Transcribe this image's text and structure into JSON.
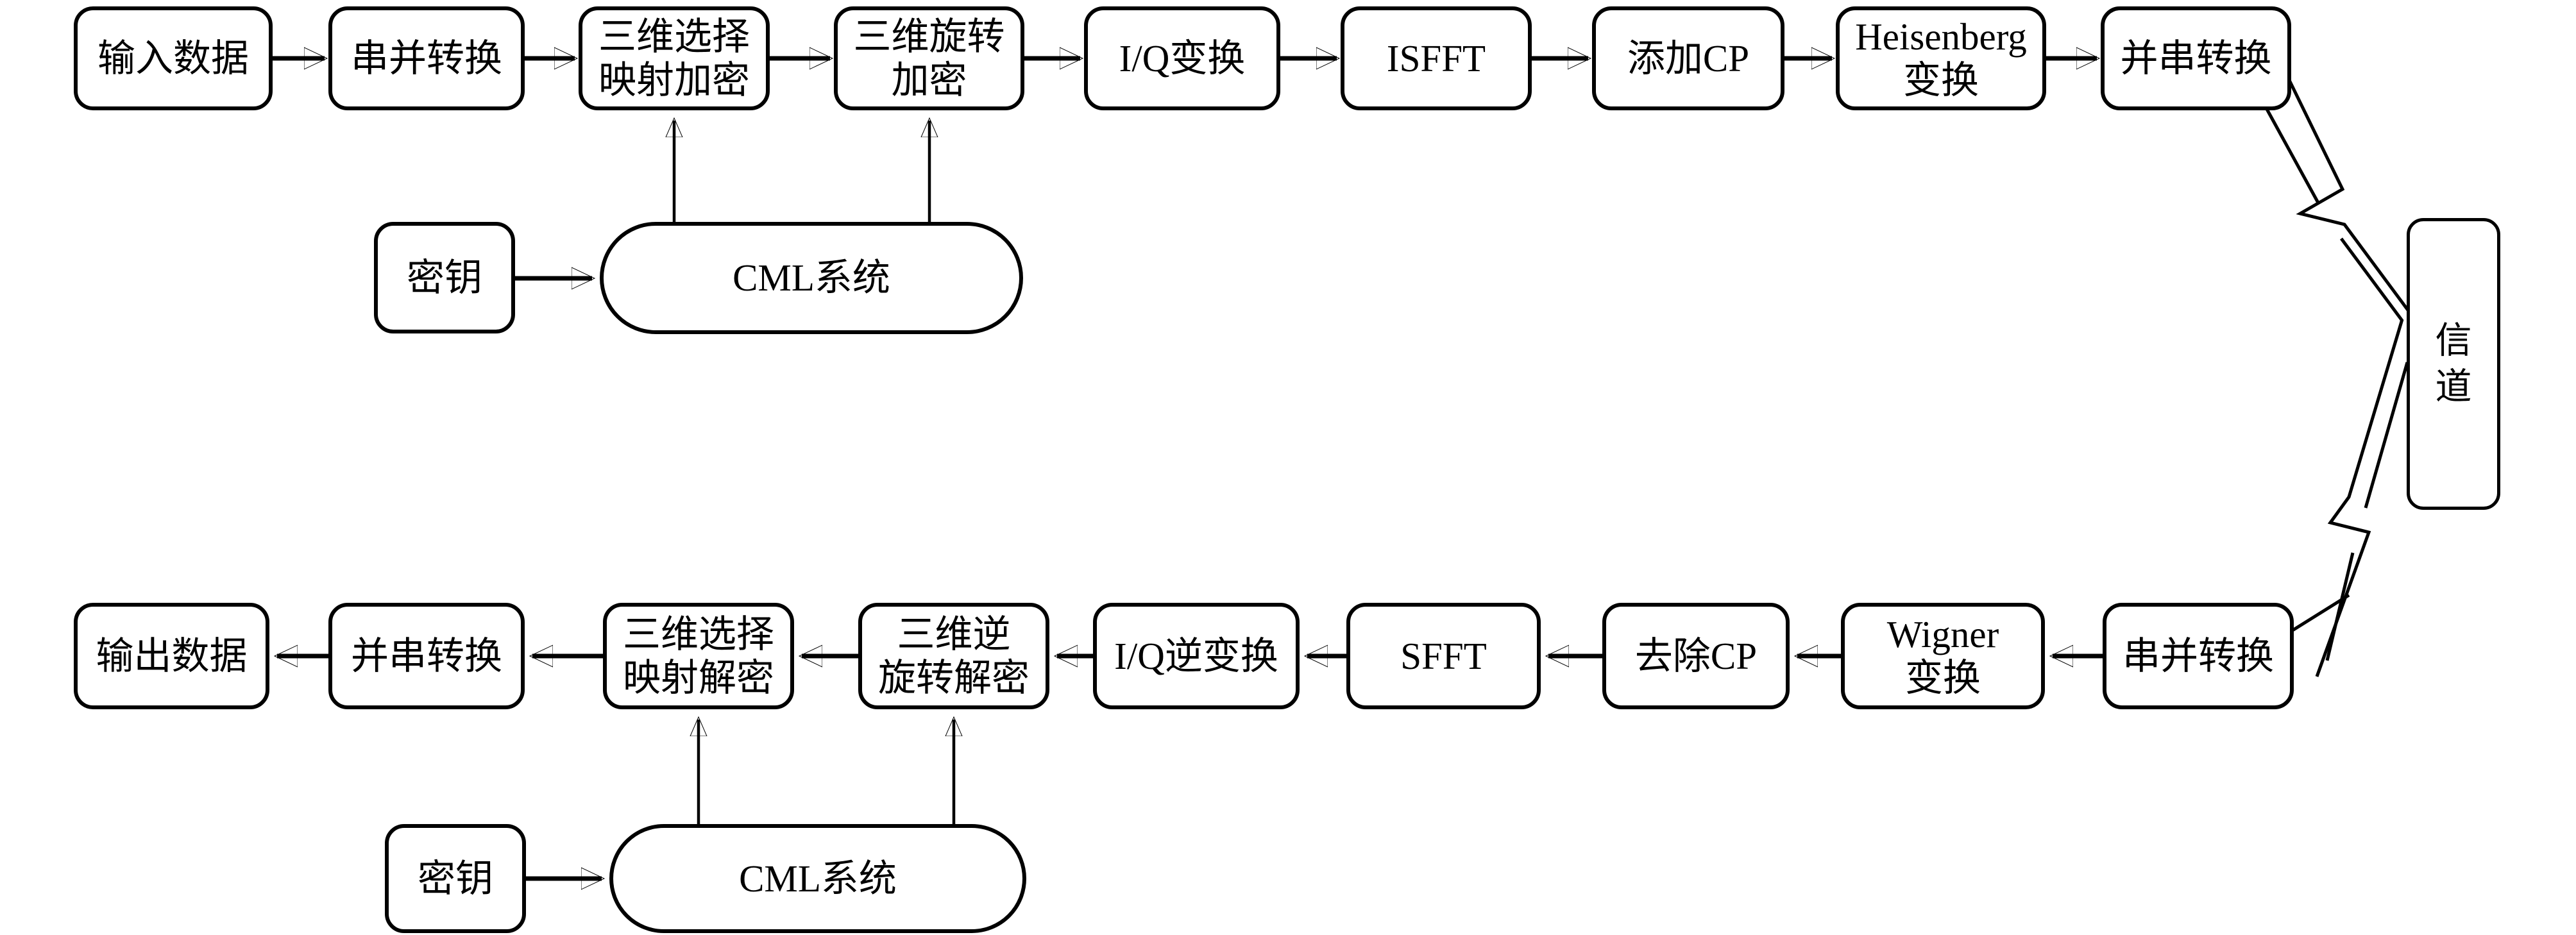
{
  "diagram": {
    "description": "OTFS chaotic-encryption communication system block diagram",
    "colors": {
      "stroke": "#000000",
      "background": "#ffffff"
    },
    "nodes": {
      "tx": [
        {
          "line1": "输入数据"
        },
        {
          "line1": "串并转换"
        },
        {
          "line1": "三维选择",
          "line2": "映射加密"
        },
        {
          "line1": "三维旋转",
          "line2": "加密"
        },
        {
          "line1": "I/Q变换"
        },
        {
          "line1": "ISFFT"
        },
        {
          "line1": "添加CP"
        },
        {
          "line1": "Heisenberg",
          "line2": "变换"
        },
        {
          "line1": "并串转换"
        }
      ],
      "channel": {
        "line1": "信",
        "line2": "道"
      },
      "tx_key": {
        "label": "密钥"
      },
      "tx_cml": {
        "label": "CML系统"
      },
      "rx": [
        {
          "line1": "输出数据"
        },
        {
          "line1": "并串转换"
        },
        {
          "line1": "三维选择",
          "line2": "映射解密"
        },
        {
          "line1": "三维逆",
          "line2": "旋转解密"
        },
        {
          "line1": "I/Q逆变换"
        },
        {
          "line1": "SFFT"
        },
        {
          "line1": "去除CP"
        },
        {
          "line1": "Wigner",
          "line2": "变换"
        },
        {
          "line1": "串并转换"
        }
      ],
      "rx_key": {
        "label": "密钥"
      },
      "rx_cml": {
        "label": "CML系统"
      }
    }
  }
}
